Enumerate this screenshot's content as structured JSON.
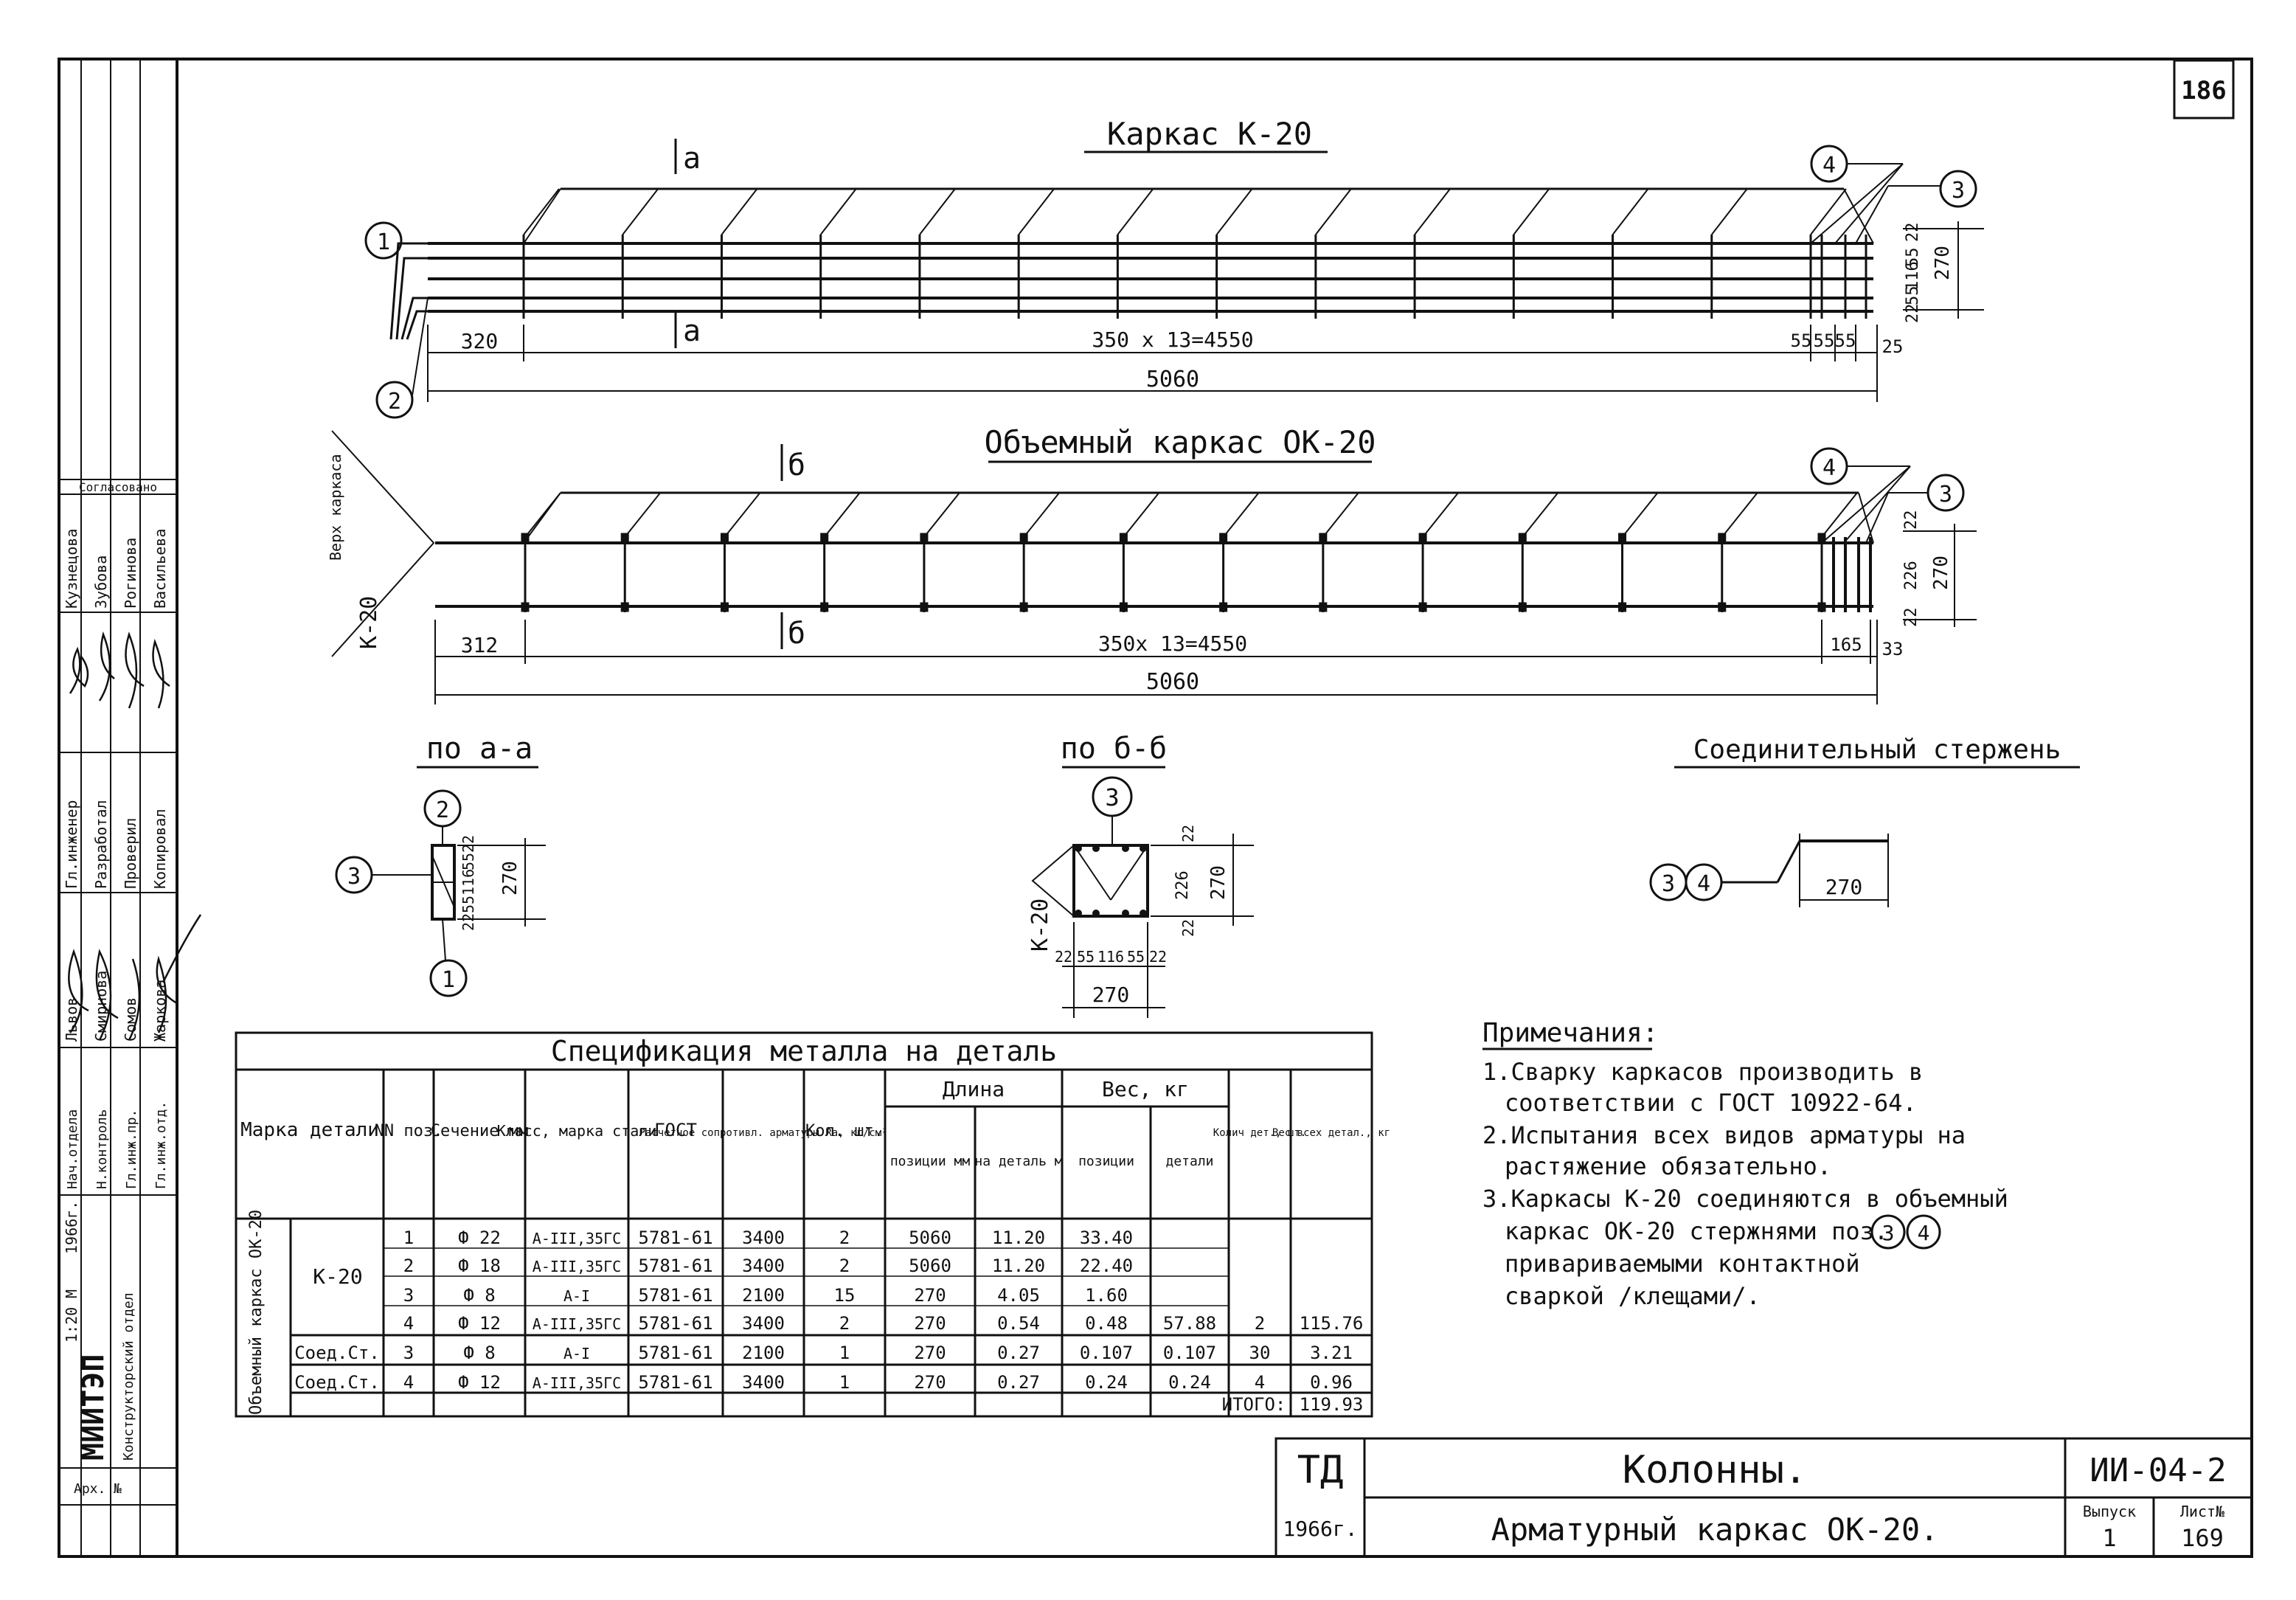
{
  "sheet_number": "186",
  "frame_1": {
    "title": "Каркас К-20",
    "section_mark_a": "a",
    "dim_left": "320",
    "dim_middle": "350 x 13=4550",
    "dim_end": [
      "55",
      "55",
      "55",
      "25"
    ],
    "dim_total": "5060",
    "dim_right": [
      "22",
      "55",
      "116",
      "55",
      "22",
      "270"
    ],
    "positions": [
      "1",
      "2",
      "3",
      "4"
    ]
  },
  "frame_2": {
    "title": "Объемный каркас ОК-20",
    "section_mark_b": "б",
    "top_label": "Верх каркаса",
    "side_label": "К-20",
    "dim_left": "312",
    "dim_middle": "350x 13=4550",
    "dim_end": [
      "165",
      "33"
    ],
    "dim_total": "5060",
    "dim_right": [
      "22",
      "226",
      "22",
      "270"
    ],
    "positions": [
      "3",
      "4"
    ]
  },
  "section_aa": {
    "title": "по a-a",
    "dims": [
      "22",
      "55",
      "116",
      "55",
      "22",
      "270"
    ],
    "positions": [
      "1",
      "2",
      "3"
    ]
  },
  "section_bb": {
    "title": "по б-б",
    "side_label": "К-20",
    "dims_right": [
      "22",
      "226",
      "22",
      "270"
    ],
    "dims_bottom": [
      "22",
      "55",
      "116",
      "55",
      "22"
    ],
    "dim_width": "270",
    "positions": [
      "3"
    ]
  },
  "connecting_rod": {
    "title": "Соединительный стержень",
    "positions": [
      "3",
      "4"
    ],
    "dim": "270"
  },
  "spec": {
    "title": "Спецификация металла на деталь",
    "headers": {
      "mark": "Марка детали",
      "pos": "NN поз.",
      "section": "Сечение мм",
      "class": "Класс, марка стали",
      "gost": "ГОСТ",
      "resist": "Расчетное сопротивл. арматуры Ra, кг/см²",
      "qty": "Кол. шт.",
      "length_group": "Длина",
      "len_pos": "позиции мм",
      "len_det": "на деталь м",
      "weight_group": "Вес, кг",
      "w_pos": "позиции",
      "w_det": "детали",
      "det_qty": "Колич дет., шт.",
      "total_weight": "Вес всех детал., кг"
    },
    "group_label": "Объемный каркас ОК-20",
    "k20_label": "К-20",
    "rows": [
      {
        "mark": "",
        "pos": "1",
        "section": "Ф 22",
        "class": "А-III,35ГС",
        "gost": "5781-61",
        "resist": "3400",
        "qty": "2",
        "len_pos": "5060",
        "len_det": "11.20",
        "w_pos": "33.40",
        "w_det": "",
        "det_qty": "",
        "total": ""
      },
      {
        "mark": "",
        "pos": "2",
        "section": "Ф 18",
        "class": "А-III,35ГС",
        "gost": "5781-61",
        "resist": "3400",
        "qty": "2",
        "len_pos": "5060",
        "len_det": "11.20",
        "w_pos": "22.40",
        "w_det": "",
        "det_qty": "",
        "total": ""
      },
      {
        "mark": "",
        "pos": "3",
        "section": "Ф 8",
        "class": "А-I",
        "gost": "5781-61",
        "resist": "2100",
        "qty": "15",
        "len_pos": "270",
        "len_det": "4.05",
        "w_pos": "1.60",
        "w_det": "",
        "det_qty": "",
        "total": ""
      },
      {
        "mark": "",
        "pos": "4",
        "section": "Ф 12",
        "class": "А-III,35ГС",
        "gost": "5781-61",
        "resist": "3400",
        "qty": "2",
        "len_pos": "270",
        "len_det": "0.54",
        "w_pos": "0.48",
        "w_det": "57.88",
        "det_qty": "2",
        "total": "115.76"
      },
      {
        "mark": "Соед.Ст.",
        "pos": "3",
        "section": "Ф 8",
        "class": "А-I",
        "gost": "5781-61",
        "resist": "2100",
        "qty": "1",
        "len_pos": "270",
        "len_det": "0.27",
        "w_pos": "0.107",
        "w_det": "0.107",
        "det_qty": "30",
        "total": "3.21"
      },
      {
        "mark": "Соед.Ст.",
        "pos": "4",
        "section": "Ф 12",
        "class": "А-III,35ГС",
        "gost": "5781-61",
        "resist": "3400",
        "qty": "1",
        "len_pos": "270",
        "len_det": "0.27",
        "w_pos": "0.24",
        "w_det": "0.24",
        "det_qty": "4",
        "total": "0.96"
      }
    ],
    "total_label": "ИТОГО:",
    "total_value": "119.93"
  },
  "notes": {
    "title": "Примечания:",
    "lines": [
      "1.Сварку каркасов производить в",
      "соответствии с ГОСТ 10922-64.",
      "2.Испытания всех видов арматуры на",
      "растяжение обязательно.",
      "3.Каркасы К-20 соединяются в объемный",
      "каркас ОК-20 стержнями поз.",
      "привариваемыми контактной",
      "сваркой /клещами/."
    ],
    "pos_refs": [
      "3",
      "4"
    ]
  },
  "title_block": {
    "org": "ТД",
    "year": "1966г.",
    "name": "Колонны.",
    "subtitle": "Арматурный каркас ОК-20.",
    "code": "ИИ-04-2",
    "issue_label": "Выпуск",
    "issue": "1",
    "sheet_label": "Лист№",
    "sheet": "169"
  },
  "side_stamp": {
    "agreed": "Согласовано",
    "names_top": [
      "Кузнецова",
      "Зубова",
      "Рогинова",
      "Васильева"
    ],
    "roles": [
      "Гл.инженер",
      "Разработал",
      "Проверил",
      "Копировал"
    ],
    "names_mid": [
      "Львов",
      "Смирнова",
      "Сомов",
      "Жаркова"
    ],
    "roles2": [
      "Нач.отдела",
      "Н.контроль",
      "Гл.инж.пр.",
      "Гл.инж.отд."
    ],
    "org": "МИИТЭП",
    "dept": "Конструкторский отдел",
    "date": "1966г.",
    "scale_label": "М",
    "scale": "1:20",
    "archive": "Арх. №"
  }
}
